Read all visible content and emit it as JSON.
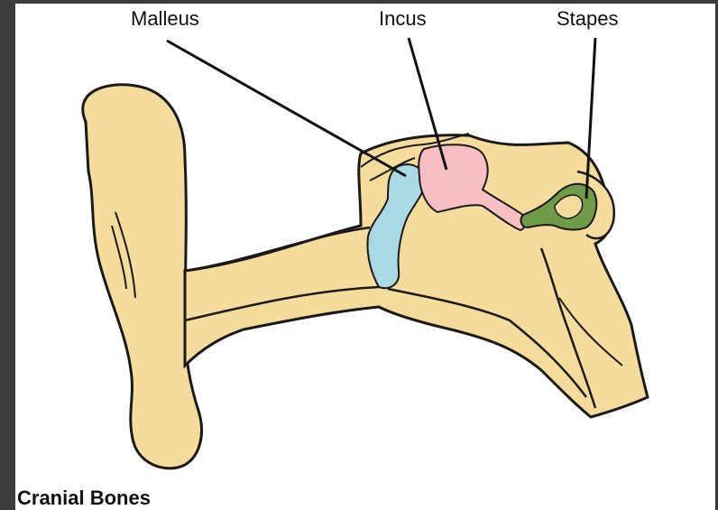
{
  "labels": {
    "malleus": "Malleus",
    "incus": "Incus",
    "stapes": "Stapes"
  },
  "caption": "Cranial Bones",
  "colors": {
    "tissue": "#f5dc9c",
    "malleus": "#a9d9e4",
    "incus": "#f7bfc3",
    "stapes": "#6f9a48",
    "outline": "#1a1a1a"
  }
}
